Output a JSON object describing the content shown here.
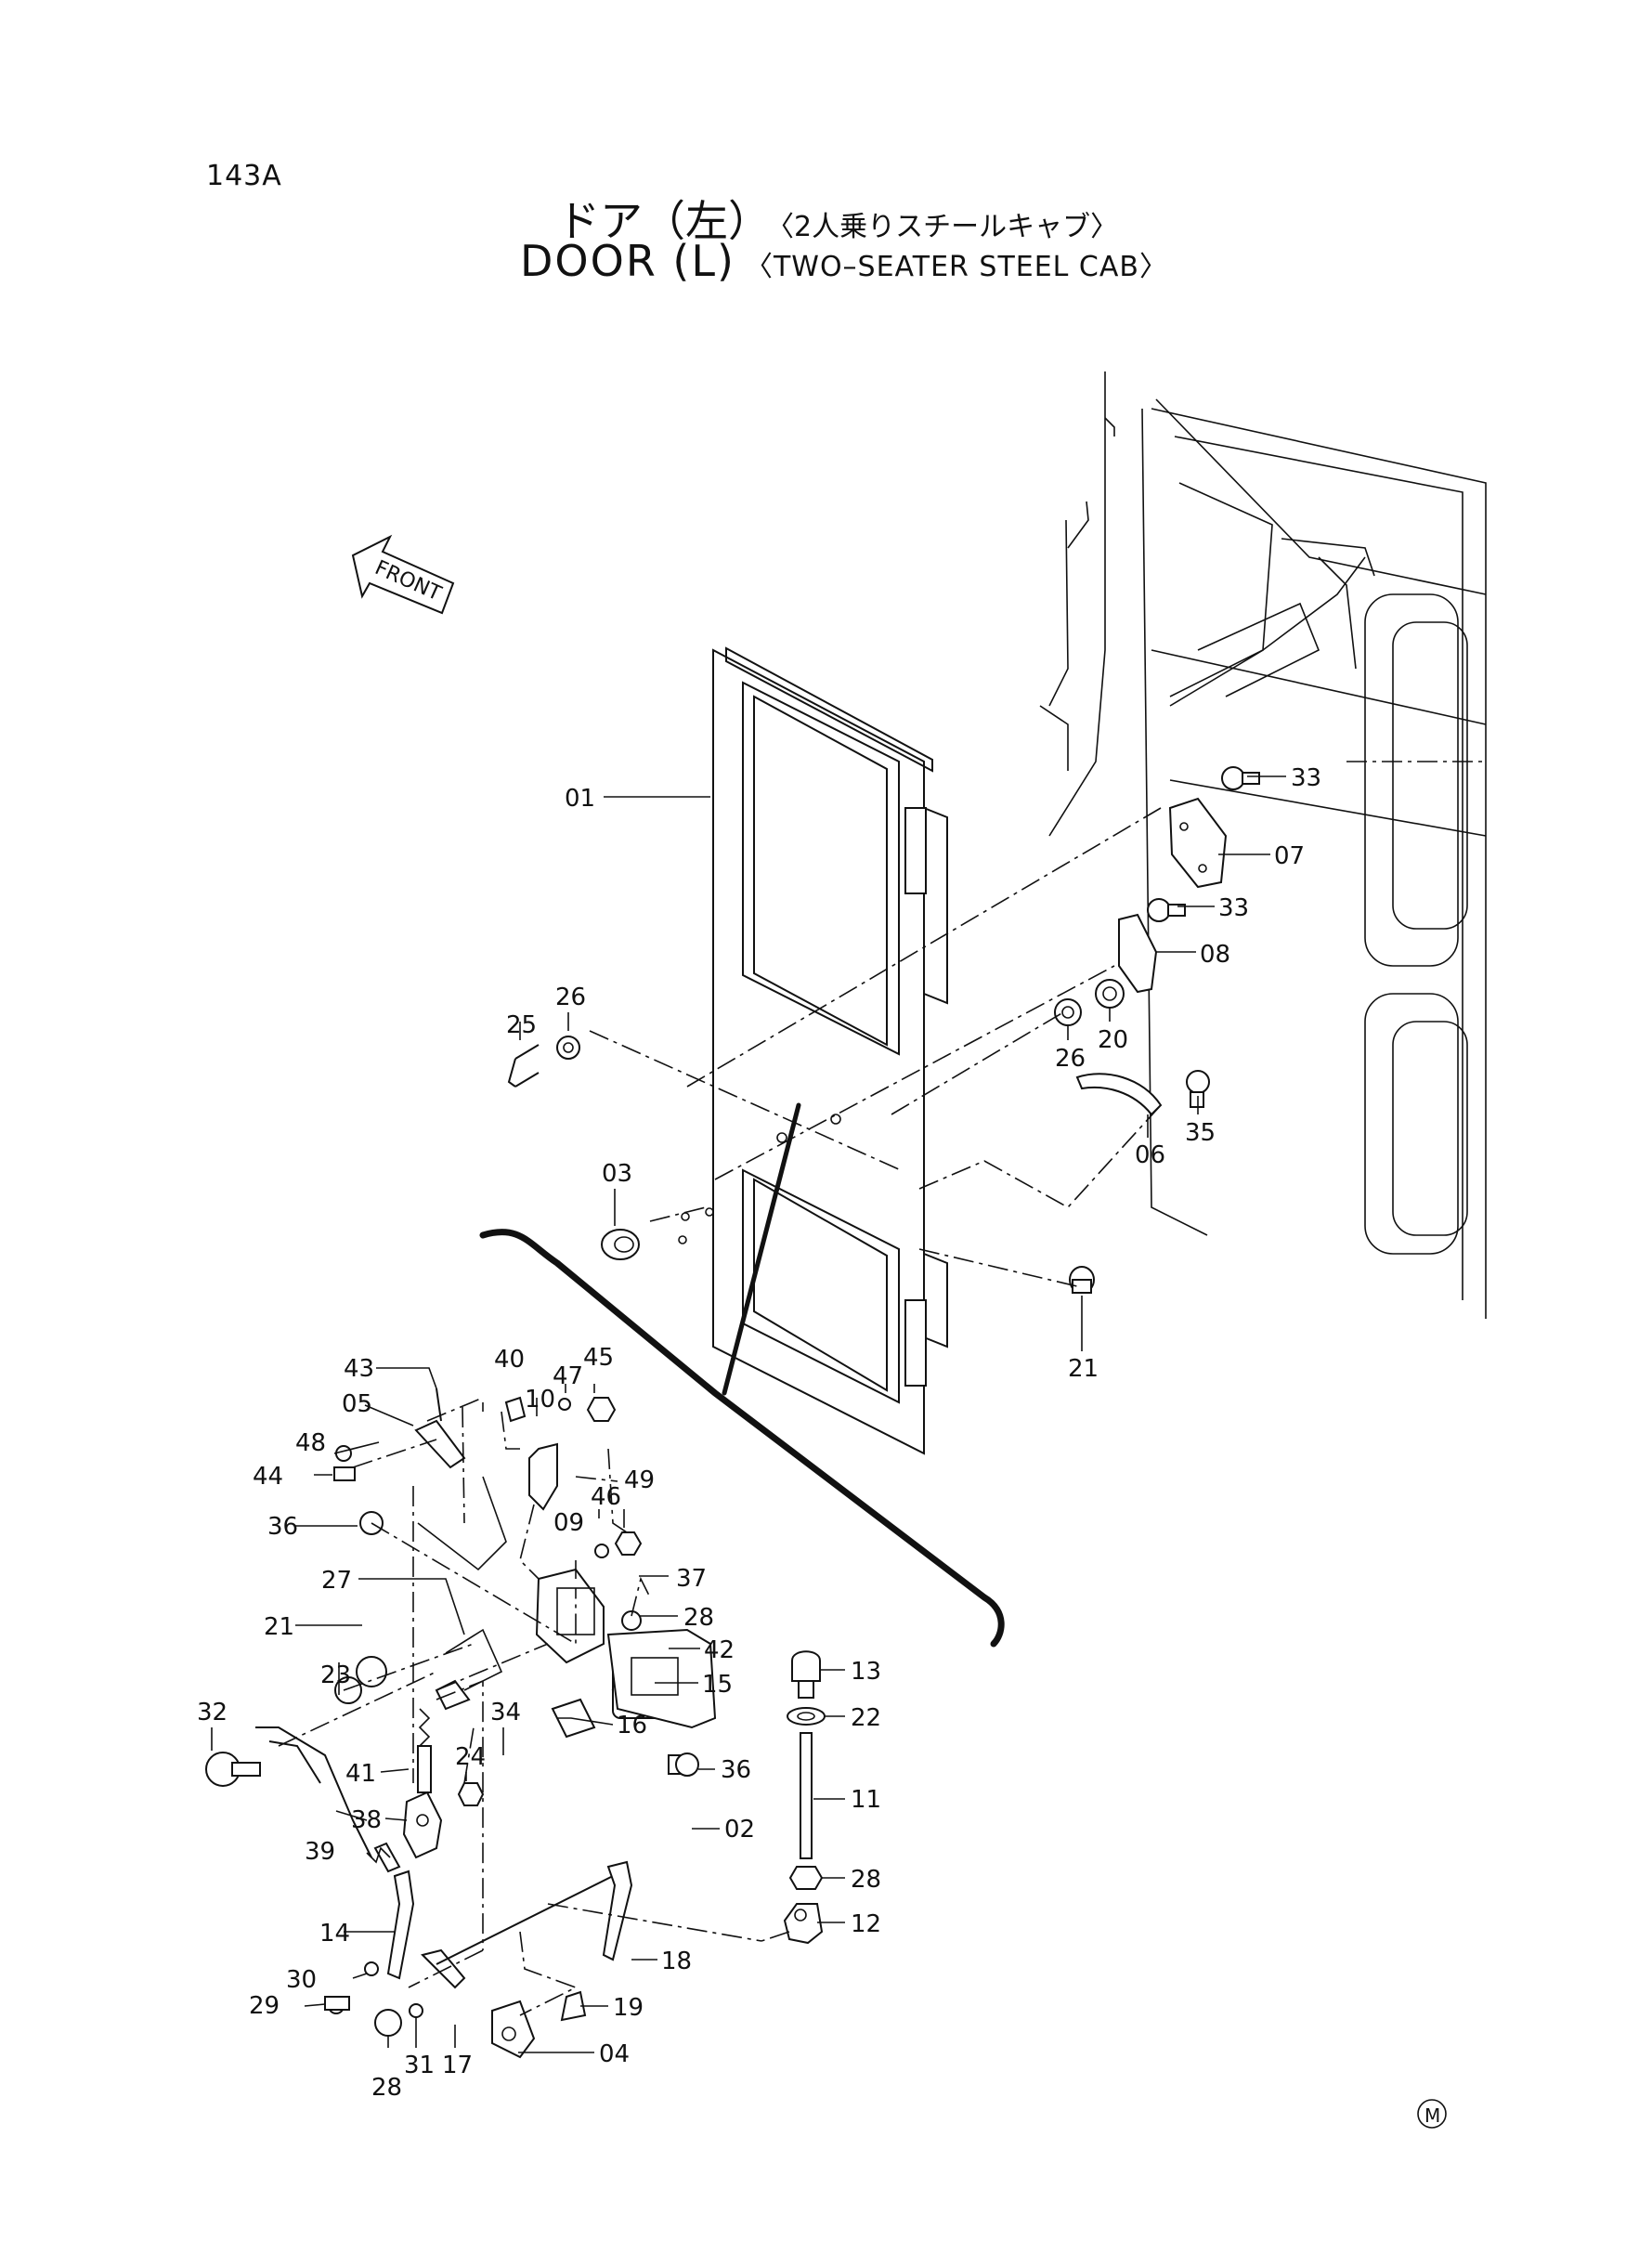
{
  "page_number": "143A",
  "title_jp": "ドア（左）",
  "title_jp_sub": "〈2人乗りスチールキャブ〉",
  "title_en": "DOOR (L)",
  "title_en_sub": "〈TWO–SEATER STEEL CAB〉",
  "front_label": "FRONT",
  "mark": "M",
  "labels": {
    "p01": "01",
    "p02": "02",
    "p03": "03",
    "p04": "04",
    "p05": "05",
    "p06": "06",
    "p07": "07",
    "p08": "08",
    "p09": "09",
    "p10": "10",
    "p11": "11",
    "p12": "12",
    "p13": "13",
    "p14": "14",
    "p15": "15",
    "p16": "16",
    "p17": "17",
    "p18": "18",
    "p19": "19",
    "p20": "20",
    "p21a": "21",
    "p21b": "21",
    "p22": "22",
    "p23": "23",
    "p24": "24",
    "p25": "25",
    "p26a": "26",
    "p26b": "26",
    "p27": "27",
    "p28a": "28",
    "p28b": "28",
    "p28c": "28",
    "p29": "29",
    "p30": "30",
    "p31": "31",
    "p32": "32",
    "p33a": "33",
    "p33b": "33",
    "p34": "34",
    "p35": "35",
    "p36a": "36",
    "p36b": "36",
    "p37": "37",
    "p38": "38",
    "p39": "39",
    "p40": "40",
    "p41": "41",
    "p42": "42",
    "p43": "43",
    "p44": "44",
    "p45": "45",
    "p46": "46",
    "p47": "47",
    "p48": "48",
    "p49": "49"
  }
}
